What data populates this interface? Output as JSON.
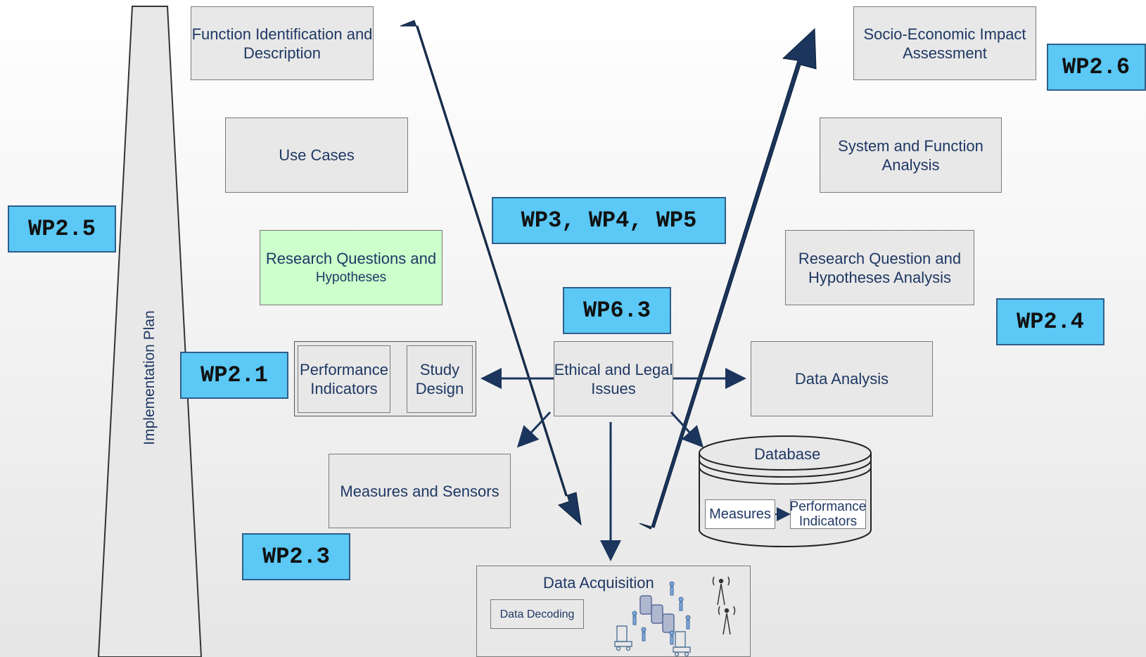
{
  "implementation_plan": {
    "label": "Implementation Plan"
  },
  "boxes": {
    "function_id": {
      "line1": "Function Identification and",
      "line2": "Description"
    },
    "use_cases": {
      "label": "Use Cases"
    },
    "research_questions": {
      "line1": "Research Questions and",
      "line2": "Hypotheses"
    },
    "performance_indicators": {
      "line1": "Performance",
      "line2": "Indicators"
    },
    "study_design": {
      "line1": "Study",
      "line2": "Design"
    },
    "measures_sensors": {
      "label": "Measures and Sensors"
    },
    "ethical_legal": {
      "line1": "Ethical and Legal",
      "line2": "Issues"
    },
    "data_acquisition": {
      "label": "Data Acquisition"
    },
    "data_decoding": {
      "label": "Data Decoding"
    },
    "socio_economic": {
      "line1": "Socio-Economic Impact",
      "line2": "Assessment"
    },
    "system_function": {
      "line1": "System and Function",
      "line2": "Analysis"
    },
    "rq_analysis": {
      "line1": "Research Question and",
      "line2": "Hypotheses  Analysis"
    },
    "data_analysis": {
      "label": "Data Analysis"
    },
    "database": {
      "label": "Database",
      "measures": "Measures",
      "perf_line1": "Performance",
      "perf_line2": "Indicators"
    }
  },
  "work_packages": {
    "wp25": "WP2.5",
    "wp21": "WP2.1",
    "wp23": "WP2.3",
    "wp345": "WP3, WP4, WP5",
    "wp63": "WP6.3",
    "wp26": "WP2.6",
    "wp24": "WP2.4"
  },
  "icons": [
    "phone-icon",
    "person-icon",
    "truck-icon",
    "antenna-icon"
  ],
  "colors": {
    "arrow": "#1b355c",
    "wp_fill": "#5bc8f5",
    "box_fill": "#e8e8e8",
    "research_fill": "#ccffcc",
    "text": "#1f3864"
  }
}
